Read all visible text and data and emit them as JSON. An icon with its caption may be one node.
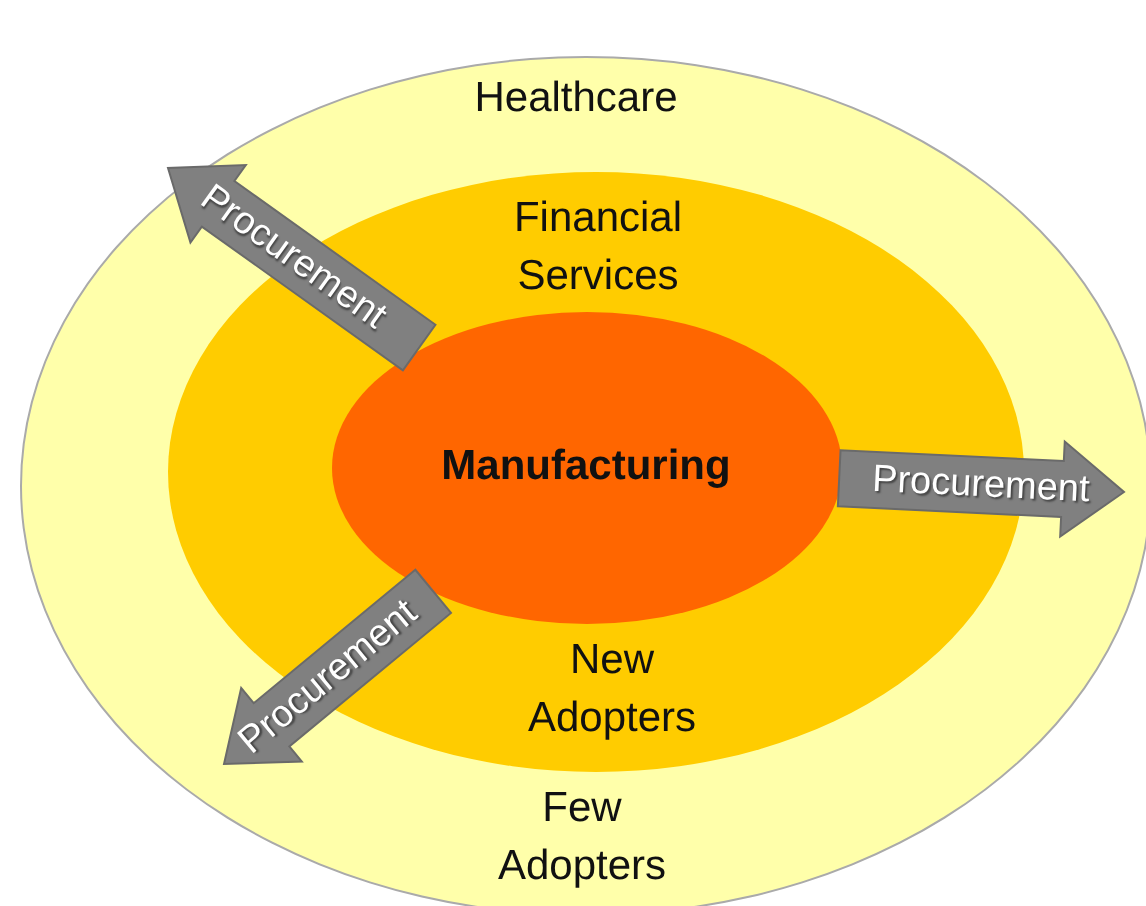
{
  "diagram": {
    "nodes": [
      {
        "text": [
          "Healthcare",
          "Few Adopters"
        ]
      },
      {
        "text": [
          "Financial Services",
          "New Adopters"
        ],
        "in": 0
      },
      {
        "text": [
          "Manufacturing"
        ],
        "in": 1
      }
    ],
    "edges": [
      {
        "from": 2,
        "to": null,
        "arrow": "to",
        "label": "Procurement"
      },
      {
        "from": 2,
        "to": null,
        "arrow": "to",
        "label": "Procurement"
      },
      {
        "from": 2,
        "to": null,
        "arrow": "to",
        "label": "Procurement"
      }
    ]
  }
}
